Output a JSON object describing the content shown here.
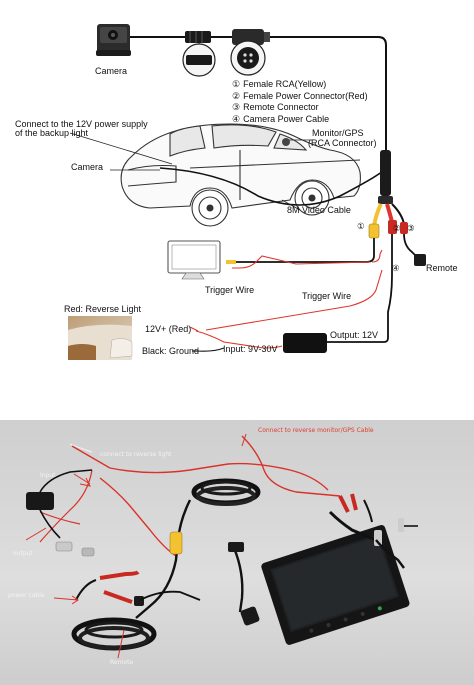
{
  "diagram": {
    "camera_label": "Camera",
    "legend": [
      {
        "num": "①",
        "text": "Female RCA(Yellow)"
      },
      {
        "num": "②",
        "text": "Female Power Connector(Red)"
      },
      {
        "num": "③",
        "text": "Remote Connector"
      },
      {
        "num": "④",
        "text": "Camera Power Cable"
      }
    ],
    "connect_12v": "Connect to the 12V power supply of the backup light",
    "car_camera_label": "Camera",
    "monitor_gps": "Monitor/GPS",
    "rca_connector": "(RCA Connector)",
    "video_cable": "8M Video Cable",
    "markers": [
      "①",
      "②",
      "③",
      "④"
    ],
    "remote_label": "Remote",
    "trigger_wire_left": "Trigger Wire",
    "trigger_wire_right": "Trigger Wire",
    "reverse_light": "Red: Reverse Light",
    "plus_12v": "12V+ (Red)",
    "black_ground": "Black: Ground",
    "input_label": "Input: 9V-30V",
    "output_label": "Output: 12V"
  },
  "photo": {
    "connect_reverse_monitor": "Connect to reverse monitor/GPS Cable",
    "connect_reverse_light": "connect to reverse light",
    "input": "Input",
    "output": "output",
    "power_cable": "power cable",
    "remote": "Remote"
  },
  "colors": {
    "wire_black": "#111111",
    "wire_red": "#e0352b",
    "rca_yellow": "#f2c230",
    "photo_bg": "#d9d9d9"
  }
}
